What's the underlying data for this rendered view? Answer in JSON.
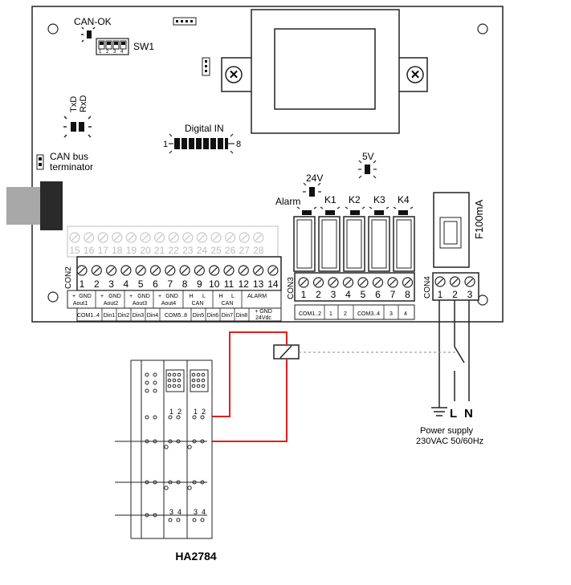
{
  "board": {
    "can_ok": "CAN-OK",
    "sw1": "SW1",
    "dip_numbers": [
      "1",
      "2",
      "3",
      "4"
    ],
    "txd": "TxD",
    "rxd": "RxD",
    "can_bus_terminator": [
      "CAN bus",
      "terminator"
    ],
    "digital_in": "Digital IN",
    "digital_in_start": "1",
    "digital_in_end": "8",
    "led_5v": "5V",
    "led_24v": "24V",
    "alarm": "Alarm",
    "relays": [
      "K1",
      "K2",
      "K3",
      "K4"
    ],
    "fuse": "F100mA"
  },
  "con2": {
    "label": "CON2",
    "upper_numbers": [
      "15",
      "16",
      "17",
      "18",
      "19",
      "20",
      "21",
      "22",
      "23",
      "24",
      "25",
      "26",
      "27",
      "28"
    ],
    "lower_numbers": [
      "1",
      "2",
      "3",
      "4",
      "5",
      "6",
      "7",
      "8",
      "9",
      "10",
      "11",
      "12",
      "13",
      "14"
    ],
    "top_row": [
      "+",
      "GND",
      "+",
      "GND",
      "+",
      "GND",
      "+",
      "GND",
      "H",
      "L",
      "H",
      "L",
      "ALARM"
    ],
    "top_group": [
      "Aout1",
      "Aout2",
      "Aout3",
      "Aout4",
      "CAN",
      "CAN"
    ],
    "bottom_row": [
      "COM1..4",
      "Din1",
      "Din2",
      "Din3",
      "Din4",
      "COM5..8",
      "Din5",
      "Din6",
      "Din7",
      "Din8",
      "+ GND",
      "24Vdc"
    ]
  },
  "con3": {
    "label": "CON3",
    "numbers": [
      "1",
      "2",
      "3",
      "4",
      "5",
      "6",
      "7",
      "8"
    ],
    "bottom_row": [
      "COM1..2",
      "1",
      "2",
      "COM3..4",
      "3",
      "4"
    ]
  },
  "con4": {
    "label": "CON4",
    "numbers": [
      "1",
      "2",
      "3"
    ]
  },
  "power": {
    "terminals": [
      "L",
      "N"
    ],
    "label": [
      "Power supply",
      "230VAC 50/60Hz"
    ]
  },
  "device": {
    "name": "HA2784",
    "top_numbers": [
      "1",
      "2",
      "1",
      "2"
    ],
    "bottom_numbers": [
      "3",
      "4",
      "3",
      "4"
    ]
  },
  "colors": {
    "wire": "#e0201b",
    "line": "#222222",
    "terminal_grey": "#c8c8c8",
    "plug_grey": "#a8a8a8",
    "plug_dark": "#2a2a2a"
  }
}
